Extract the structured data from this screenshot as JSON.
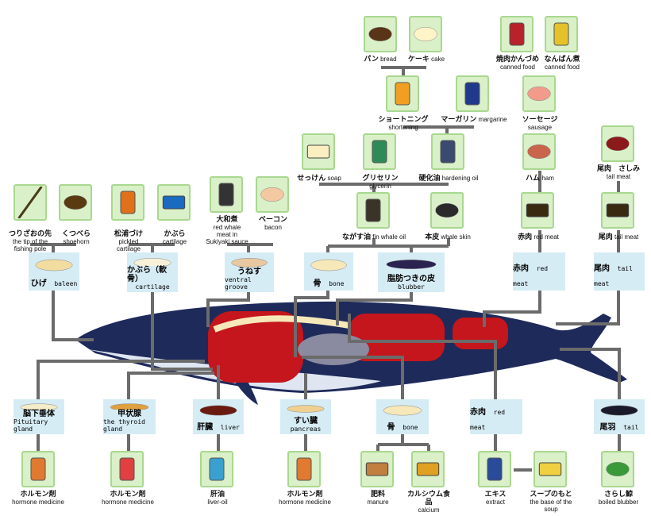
{
  "colors": {
    "line": "#6b6b6b",
    "product_bg": "#d9f0c8",
    "product_border": "#a9d890",
    "part_bg": "#d6ecf5",
    "whale_back": "#1e2a5a",
    "whale_belly": "#dfe6f2",
    "meat": "#c4161c"
  },
  "products": [
    {
      "id": "bread",
      "jp": "パン",
      "en": "bread",
      "inline": true,
      "icon": "bread-icon",
      "color": "#5a3418"
    },
    {
      "id": "cake",
      "jp": "ケーキ",
      "en": "cake",
      "inline": true,
      "icon": "cake-icon",
      "color": "#fff3c8"
    },
    {
      "id": "can1",
      "jp": "焼肉かんづめ",
      "en": "canned food",
      "icon": "can-icon",
      "color": "#b8222a"
    },
    {
      "id": "can2",
      "jp": "なんばん煮",
      "en": "canned food",
      "icon": "can-icon",
      "color": "#e5c22a"
    },
    {
      "id": "shortening",
      "jp": "ショートニング",
      "en": "shortening",
      "inline": true,
      "icon": "tin-icon",
      "color": "#f0a020"
    },
    {
      "id": "margarine",
      "jp": "マーガリン",
      "en": "margarine",
      "inline": true,
      "icon": "tin-icon",
      "color": "#1f3a8a"
    },
    {
      "id": "sausage",
      "jp": "ソーセージ",
      "en": "sausage",
      "icon": "sausage-icon",
      "color": "#f29b8b"
    },
    {
      "id": "soap",
      "jp": "せっけん",
      "en": "soap",
      "inline": true,
      "icon": "soap-icon",
      "color": "#fbeec0"
    },
    {
      "id": "glycerin",
      "jp": "グリセリン",
      "en": "glycerin",
      "inline": true,
      "icon": "tin-icon",
      "color": "#2e8b57"
    },
    {
      "id": "hardening",
      "jp": "硬化油",
      "en": "hardening oil",
      "inline": true,
      "icon": "tin-icon",
      "color": "#3a4a70"
    },
    {
      "id": "ham",
      "jp": "ハム",
      "en": "ham",
      "inline": true,
      "icon": "ham-icon",
      "color": "#c8654a"
    },
    {
      "id": "sashimi",
      "jp": "尾肉　さしみ",
      "en": "tail meat",
      "icon": "sashimi-icon",
      "color": "#8b1a1a"
    },
    {
      "id": "pole",
      "jp": "つりざおの先",
      "en": "the tip of the fishing pole",
      "icon": "pole-icon",
      "color": "#4a3a1a"
    },
    {
      "id": "shoehorn",
      "jp": "くつべら",
      "en": "shoehorn",
      "icon": "shoehorn-icon",
      "color": "#5a3a10"
    },
    {
      "id": "pickled",
      "jp": "松浦づけ",
      "en": "pickled cartilage",
      "icon": "can-icon",
      "color": "#e0701a"
    },
    {
      "id": "kabura",
      "jp": "かぶら",
      "en": "cartilage",
      "icon": "package-icon",
      "color": "#1a6ac0"
    },
    {
      "id": "yamatoni",
      "jp": "大和煮",
      "en": "red whale meat in",
      "en2": "Sukiyaki sauce",
      "icon": "can-icon",
      "color": "#333333"
    },
    {
      "id": "bacon",
      "jp": "ベーコン",
      "en": "bacon",
      "inline": true,
      "icon": "bacon-icon",
      "color": "#f4c8a0"
    },
    {
      "id": "oil",
      "jp": "ながす油",
      "en": "fin whale oil",
      "inline": true,
      "icon": "drum-icon",
      "color": "#3a3328"
    },
    {
      "id": "skin",
      "jp": "本皮",
      "en": "whale skin",
      "inline": true,
      "icon": "skin-icon",
      "color": "#2a2a2a"
    },
    {
      "id": "redbox",
      "jp": "赤肉",
      "en": "red meat",
      "inline": true,
      "icon": "crate-icon",
      "color": "#3a2a10"
    },
    {
      "id": "tailbox",
      "jp": "尾肉",
      "en": "tail meat",
      "inline": true,
      "icon": "crate-icon",
      "color": "#3a2a10"
    },
    {
      "id": "horm1",
      "jp": "ホルモン剤",
      "en": "hormone medicine",
      "icon": "bottle-icon",
      "color": "#e07a30"
    },
    {
      "id": "horm2",
      "jp": "ホルモン剤",
      "en": "hormone medicine",
      "icon": "bottle-icon",
      "color": "#e04040"
    },
    {
      "id": "liveroil",
      "jp": "肝油",
      "en": "liver-oil",
      "icon": "jar-icon",
      "color": "#3aa0d0"
    },
    {
      "id": "horm3",
      "jp": "ホルモン剤",
      "en": "hormone medicine",
      "icon": "bottle-icon",
      "color": "#e07a30"
    },
    {
      "id": "manure",
      "jp": "肥料",
      "en": "manure",
      "icon": "bag-icon",
      "color": "#c08040"
    },
    {
      "id": "calcium",
      "jp": "カルシウム食品",
      "en": "calcium",
      "icon": "box-icon",
      "color": "#e0a020"
    },
    {
      "id": "extract",
      "jp": "エキス",
      "en": "extract",
      "icon": "tin-icon",
      "color": "#2a4a9a"
    },
    {
      "id": "soup",
      "jp": "スープのもと",
      "en": "the base of the soup",
      "icon": "soup-icon",
      "color": "#f0d040"
    },
    {
      "id": "boiled",
      "jp": "さらし鯨",
      "en": "boiled blubber",
      "icon": "dish-icon",
      "color": "#3a9a3a"
    }
  ],
  "parts": [
    {
      "id": "baleen",
      "jp": "ひげ",
      "en": "baleen",
      "inline": true,
      "icon": "baleen-icon",
      "color": "#f3dca0"
    },
    {
      "id": "cartilage",
      "jp": "かぶら（軟骨）",
      "en": "cartilage",
      "icon": "cartilage-icon",
      "color": "#f8f0d8"
    },
    {
      "id": "groove",
      "jp": "うねす",
      "en": "ventral groove",
      "icon": "groove-icon",
      "color": "#e8c8a0"
    },
    {
      "id": "bone1",
      "jp": "骨",
      "en": "bone",
      "inline": true,
      "icon": "bone-icon",
      "color": "#f6e8b8"
    },
    {
      "id": "blubber",
      "jp": "脂肪つきの皮",
      "en": "blubber",
      "icon": "blubber-icon",
      "color": "#2a2350"
    },
    {
      "id": "red1",
      "jp": "赤肉",
      "en": "red meat",
      "inline": true,
      "icon": "meat-icon",
      "color": "#c4161c"
    },
    {
      "id": "tail1",
      "jp": "尾肉",
      "en": "tail meat",
      "inline": true,
      "icon": "meat-icon",
      "color": "#8a1010"
    },
    {
      "id": "pituitary",
      "jp": "脳下垂体",
      "en": "Pituitary gland",
      "icon": "gland-icon",
      "color": "#f5ecc8"
    },
    {
      "id": "thyroid",
      "jp": "甲状腺",
      "en": "the thyroid gland",
      "icon": "gland-icon",
      "color": "#e0a040"
    },
    {
      "id": "liver",
      "jp": "肝臓",
      "en": "liver",
      "inline": true,
      "icon": "liver-icon",
      "color": "#6a1a10"
    },
    {
      "id": "pancreas",
      "jp": "すい臓",
      "en": "pancreas",
      "icon": "pancreas-icon",
      "color": "#f0d090"
    },
    {
      "id": "bone2",
      "jp": "骨",
      "en": "bone",
      "inline": true,
      "icon": "bone-icon",
      "color": "#f6e8b8"
    },
    {
      "id": "red2",
      "jp": "赤肉",
      "en": "red meat",
      "inline": true,
      "icon": "meat-icon",
      "color": "#c4161c"
    },
    {
      "id": "tail2",
      "jp": "尾羽",
      "en": "tail",
      "inline": true,
      "icon": "fluke-icon",
      "color": "#1a1a2a"
    }
  ]
}
